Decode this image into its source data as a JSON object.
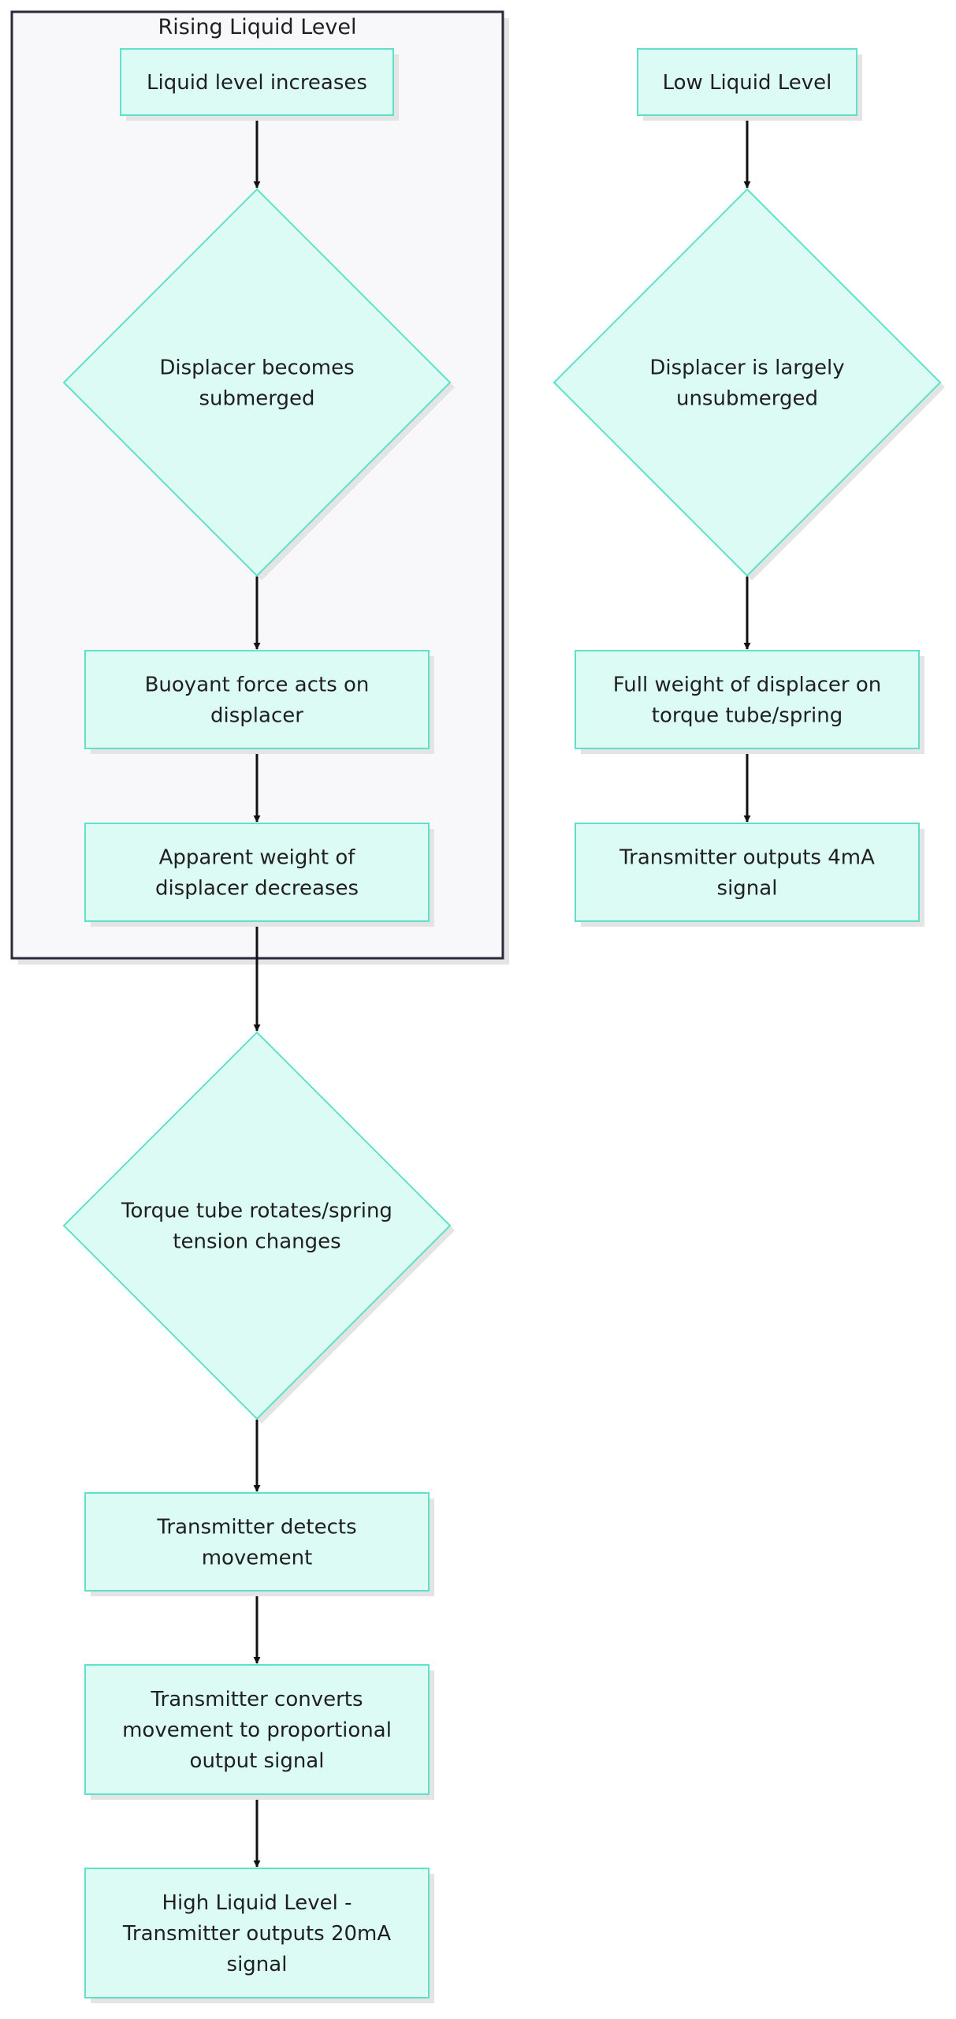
{
  "colors": {
    "node_fill": "#dcfbf5",
    "node_stroke": "#5fe0c8",
    "shadow": "#e4e4e4",
    "group_fill": "#f8f8fa",
    "group_stroke": "#2a2a3a",
    "arrow": "#111111",
    "text": "#1f1f1f"
  },
  "group": {
    "title": "Rising Liquid Level"
  },
  "nodes": {
    "liquid_level_increases": {
      "shape": "rect",
      "lines": [
        "Liquid level increases"
      ]
    },
    "displacer_submerged": {
      "shape": "diamond",
      "lines": [
        "Displacer becomes",
        "submerged"
      ]
    },
    "buoyant_force": {
      "shape": "rect",
      "lines": [
        "Buoyant force acts on",
        "displacer"
      ]
    },
    "apparent_weight": {
      "shape": "rect",
      "lines": [
        "Apparent weight of",
        "displacer decreases"
      ]
    },
    "torque_tube": {
      "shape": "diamond",
      "lines": [
        "Torque tube rotates/spring",
        "tension changes"
      ]
    },
    "transmitter_detects": {
      "shape": "rect",
      "lines": [
        "Transmitter detects",
        "movement"
      ]
    },
    "transmitter_converts": {
      "shape": "rect",
      "lines": [
        "Transmitter converts",
        "movement to proportional",
        "output signal"
      ]
    },
    "high_level_20ma": {
      "shape": "rect",
      "lines": [
        "High Liquid Level -",
        "Transmitter outputs 20mA",
        "signal"
      ]
    },
    "low_liquid_level": {
      "shape": "rect",
      "lines": [
        "Low Liquid Level"
      ]
    },
    "displacer_unsubmerged": {
      "shape": "diamond",
      "lines": [
        "Displacer is largely",
        "unsubmerged"
      ]
    },
    "full_weight": {
      "shape": "rect",
      "lines": [
        "Full weight of displacer on",
        "torque tube/spring"
      ]
    },
    "low_level_4ma": {
      "shape": "rect",
      "lines": [
        "Transmitter outputs 4mA",
        "signal"
      ]
    }
  },
  "edges": [
    {
      "from": "liquid_level_increases",
      "to": "displacer_submerged"
    },
    {
      "from": "displacer_submerged",
      "to": "buoyant_force"
    },
    {
      "from": "buoyant_force",
      "to": "apparent_weight"
    },
    {
      "from": "apparent_weight",
      "to": "torque_tube"
    },
    {
      "from": "torque_tube",
      "to": "transmitter_detects"
    },
    {
      "from": "transmitter_detects",
      "to": "transmitter_converts"
    },
    {
      "from": "transmitter_converts",
      "to": "high_level_20ma"
    },
    {
      "from": "low_liquid_level",
      "to": "displacer_unsubmerged"
    },
    {
      "from": "displacer_unsubmerged",
      "to": "full_weight"
    },
    {
      "from": "full_weight",
      "to": "low_level_4ma"
    }
  ]
}
